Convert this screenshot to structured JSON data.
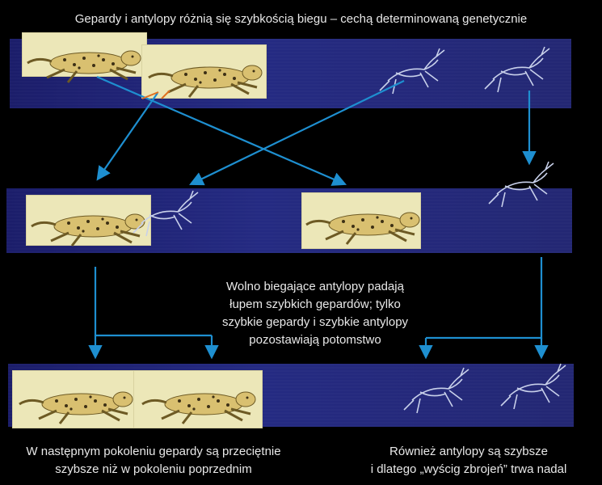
{
  "title": "Gepardy i antylopy różnią się szybkością biegu – cechą determinowaną genetycznie",
  "middle_caption": [
    "Wolno biegające antylopy padają",
    "łupem szybkich gepardów; tylko",
    "szybkie gepardy i szybkie antylopy",
    "pozostawiają potomstwo"
  ],
  "bottom_left_caption": [
    "W następnym pokoleniu gepardy są przeciętnie",
    "szybsze niż w pokoleniu poprzednim"
  ],
  "bottom_right_caption": [
    "Również antylopy są szybsze",
    "i dlatego „wyścig zbrojeń” trwa nadal"
  ],
  "colors": {
    "band": "#20247a",
    "arrow": "#1e8fd0",
    "panel": "#ece7b8"
  }
}
